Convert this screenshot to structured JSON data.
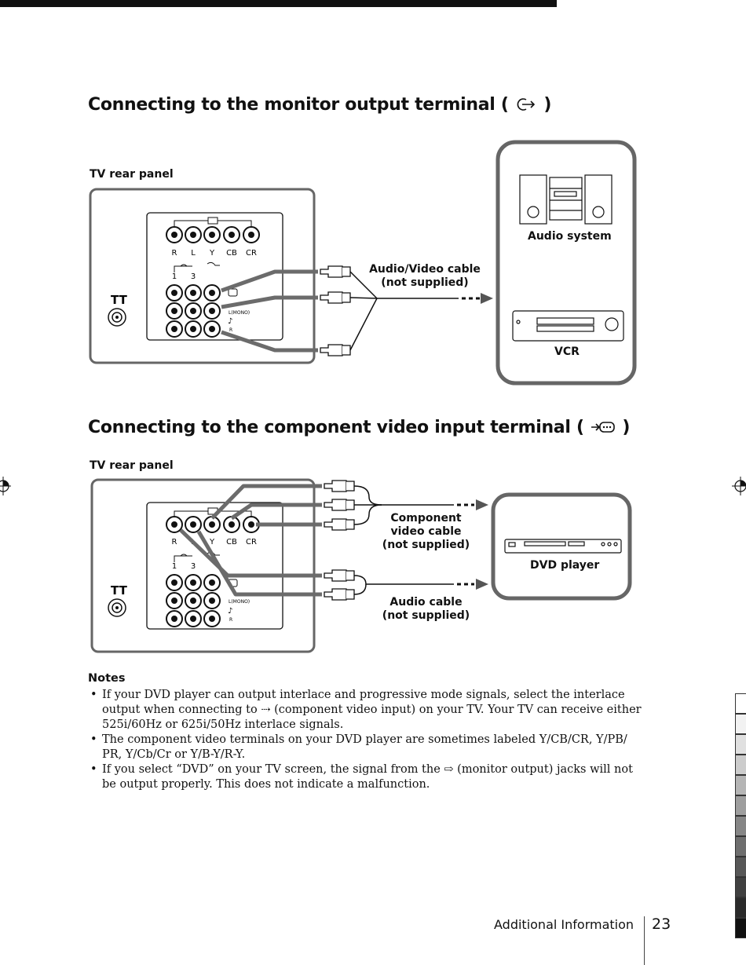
{
  "section1": {
    "title": "Connecting to the monitor output terminal ( ",
    "title_end": " )",
    "panel_label": "TV rear panel",
    "cable_label_1": "Audio/Video cable",
    "cable_label_2": "(not supplied)",
    "device_audio": "Audio system",
    "device_vcr": "VCR"
  },
  "section2": {
    "title": "Connecting to the component video input terminal ( ",
    "title_end": " )",
    "panel_label": "TV rear panel",
    "component_label_1": "Component",
    "component_label_2": "video cable",
    "component_label_3": "(not supplied)",
    "audio_cable_label_1": "Audio cable",
    "audio_cable_label_2": "(not supplied)",
    "device_dvd": "DVD player"
  },
  "panel": {
    "top_jacks": [
      "R",
      "L",
      "Y",
      "CB",
      "CR"
    ],
    "input_numbers": [
      "1",
      "3"
    ],
    "mono_label": "L(MONO)",
    "r_label": "R"
  },
  "notes": {
    "title": "Notes",
    "items": [
      "If your DVD player can output interlace and progressive mode signals, select the interlace output when connecting to ⇢ (component video input) on your TV. Your TV can receive either 525i/60Hz or 625i/50Hz interlace signals.",
      "The component video terminals on your DVD player are sometimes labeled Y/CB/CR, Y/PB/ PR, Y/Cb/Cr  or Y/B-Y/R-Y.",
      "If you select “DVD” on your TV screen, the signal from the ⇨ (monitor output) jacks will not be output properly. This does not indicate a malfunction."
    ]
  },
  "footer": {
    "section": "Additional Information",
    "page": "23"
  },
  "colors": {
    "cable_gray": "#6b6b6b",
    "frame_gray": "#666666",
    "text": "#111111"
  }
}
